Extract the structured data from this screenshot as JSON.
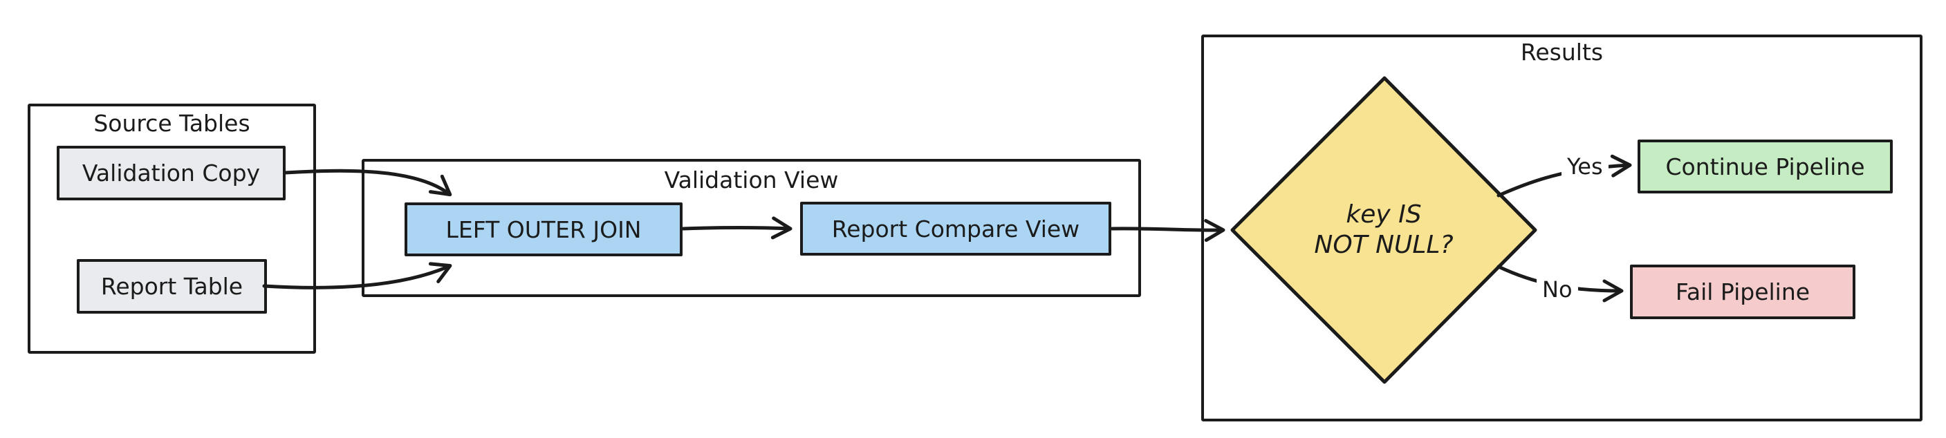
{
  "groups": {
    "source_tables": {
      "title": "Source Tables"
    },
    "validation_view": {
      "title": "Validation View"
    },
    "results": {
      "title": "Results"
    }
  },
  "nodes": {
    "validation_copy": {
      "label": "Validation Copy"
    },
    "report_table": {
      "label": "Report Table"
    },
    "left_outer_join": {
      "label": "LEFT OUTER JOIN"
    },
    "report_compare_view": {
      "label": "Report Compare View"
    },
    "continue_pipeline": {
      "label": "Continue Pipeline"
    },
    "fail_pipeline": {
      "label": "Fail Pipeline"
    }
  },
  "decision": {
    "line1": "key IS",
    "line2": "NOT NULL?"
  },
  "edges": {
    "yes_label": "Yes",
    "no_label": "No"
  },
  "colors": {
    "stroke": "#1b1b1b",
    "table_gray": "#e9ebee",
    "view_blue": "#abd5f2",
    "decision_yellow": "#f7e391",
    "success_green": "#c5ecc2",
    "fail_pink": "#f5cbcb"
  }
}
